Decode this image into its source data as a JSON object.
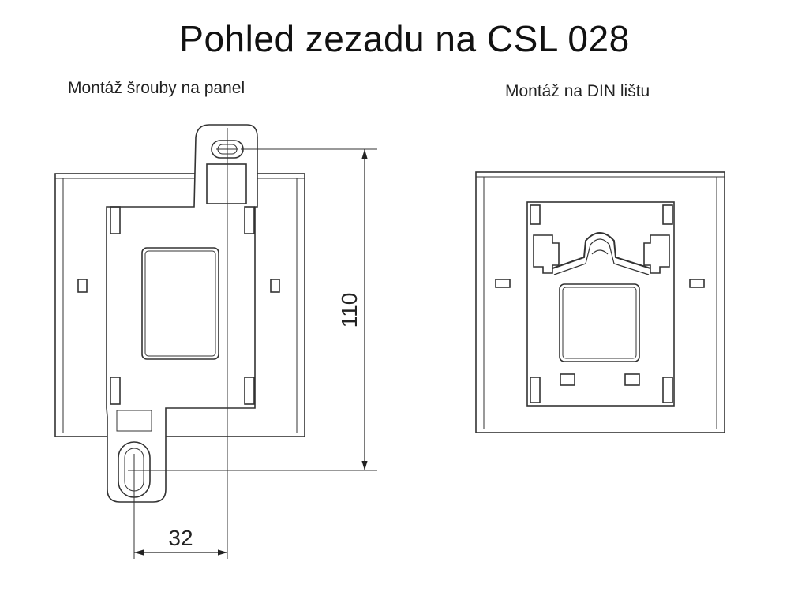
{
  "title": "Pohled zezadu na CSL 028",
  "views": {
    "panel": {
      "caption": "Montáž šrouby na panel"
    },
    "din": {
      "caption": "Montáž na DIN lištu"
    }
  },
  "dimensions": {
    "height": "110",
    "offset": "32"
  }
}
